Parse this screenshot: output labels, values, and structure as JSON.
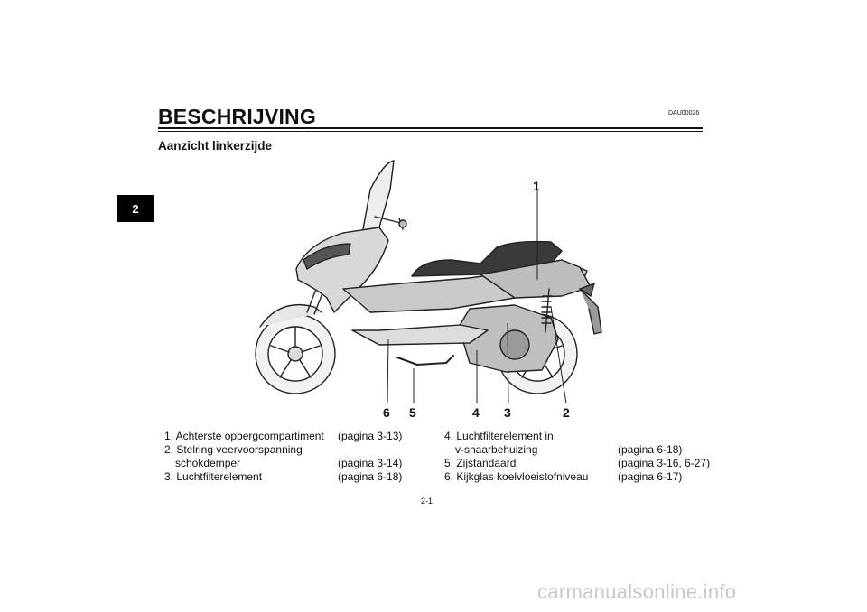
{
  "page": {
    "chapter_tab": "2",
    "title": "BESCHRIJVING",
    "code": "DAU00026",
    "subtitle": "Aanzicht linkerzijde",
    "page_number": "2-1",
    "watermark": "carmanualsonline.info"
  },
  "callouts": [
    "1",
    "2",
    "3",
    "4",
    "5",
    "6"
  ],
  "legend": {
    "left": [
      {
        "text": "1. Achterste opbergcompartiment",
        "page": "(pagina 3-13)"
      },
      {
        "text": "2. Stelring veervoorspanning",
        "page": ""
      },
      {
        "text": "    schokdemper",
        "page": "(pagina 3-14)"
      },
      {
        "text": "3. Luchtfilterelement",
        "page": "(pagina 6-18)"
      }
    ],
    "right": [
      {
        "text": "4. Luchtfilterelement in",
        "page": ""
      },
      {
        "text": "    v-snaarbehuizing",
        "page": "(pagina 6-18)"
      },
      {
        "text": "5. Zijstandaard",
        "page": "(pagina 3-16, 6-27)"
      },
      {
        "text": "6. Kijkglas koelvloeistofniveau",
        "page": "(pagina 6-17)"
      }
    ]
  }
}
